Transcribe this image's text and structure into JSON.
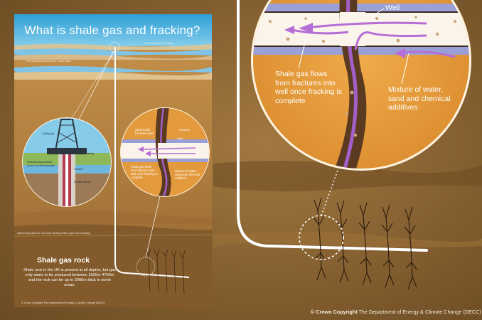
{
  "poster": {
    "title": "What is shale gas and fracking?",
    "sea_note": "The Earth is 4.5 km deep",
    "groundwater_note": "Potential groundwater level / water table",
    "drilling_rig": "Drilling rig",
    "conductor_casing": "Conductor casing",
    "cement": "Cement",
    "surface_casing": "Surface casing",
    "aquifer_note": "Potential groundwater source for drinking water",
    "fractures_label": "Fractures",
    "well_label": "Well",
    "sand_label": "Sand holds fractures open",
    "shale_flow_label": "Shale gas flows from fractures into well once fracking is complete",
    "mixture_label": "Mixture of water, sand and chemical additives",
    "layers_note": "Intervening layers of rock stop fracking fluids / gas from escaping",
    "shale_heading": "Shale gas rock",
    "shale_body": "Shale rock in the UK is present at all depths, but gas only starts to be produced between 1500m-4700m and the rock can be up to 3000m thick in some areas.",
    "footer_note": "© Crown Copyright The Department of Energy & Climate Change (DECC)"
  },
  "zoom": {
    "well_label": "Well",
    "shale_flow_label": "Shale gas flows from fractures into well once fracking is complete",
    "mixture_label": "Mixture of water, sand and chemical additives"
  },
  "credit": {
    "prefix": "© Crown Copyright",
    "text": "The Department of Energy & Climate Change (DECC)"
  },
  "colors": {
    "rock_brown": "#8a6431",
    "sky_blue": "#3aa8d8",
    "flow_purple": "#9b5fc0",
    "zoom_orange": "#e39a3c",
    "pipe_white": "#ffffff"
  }
}
